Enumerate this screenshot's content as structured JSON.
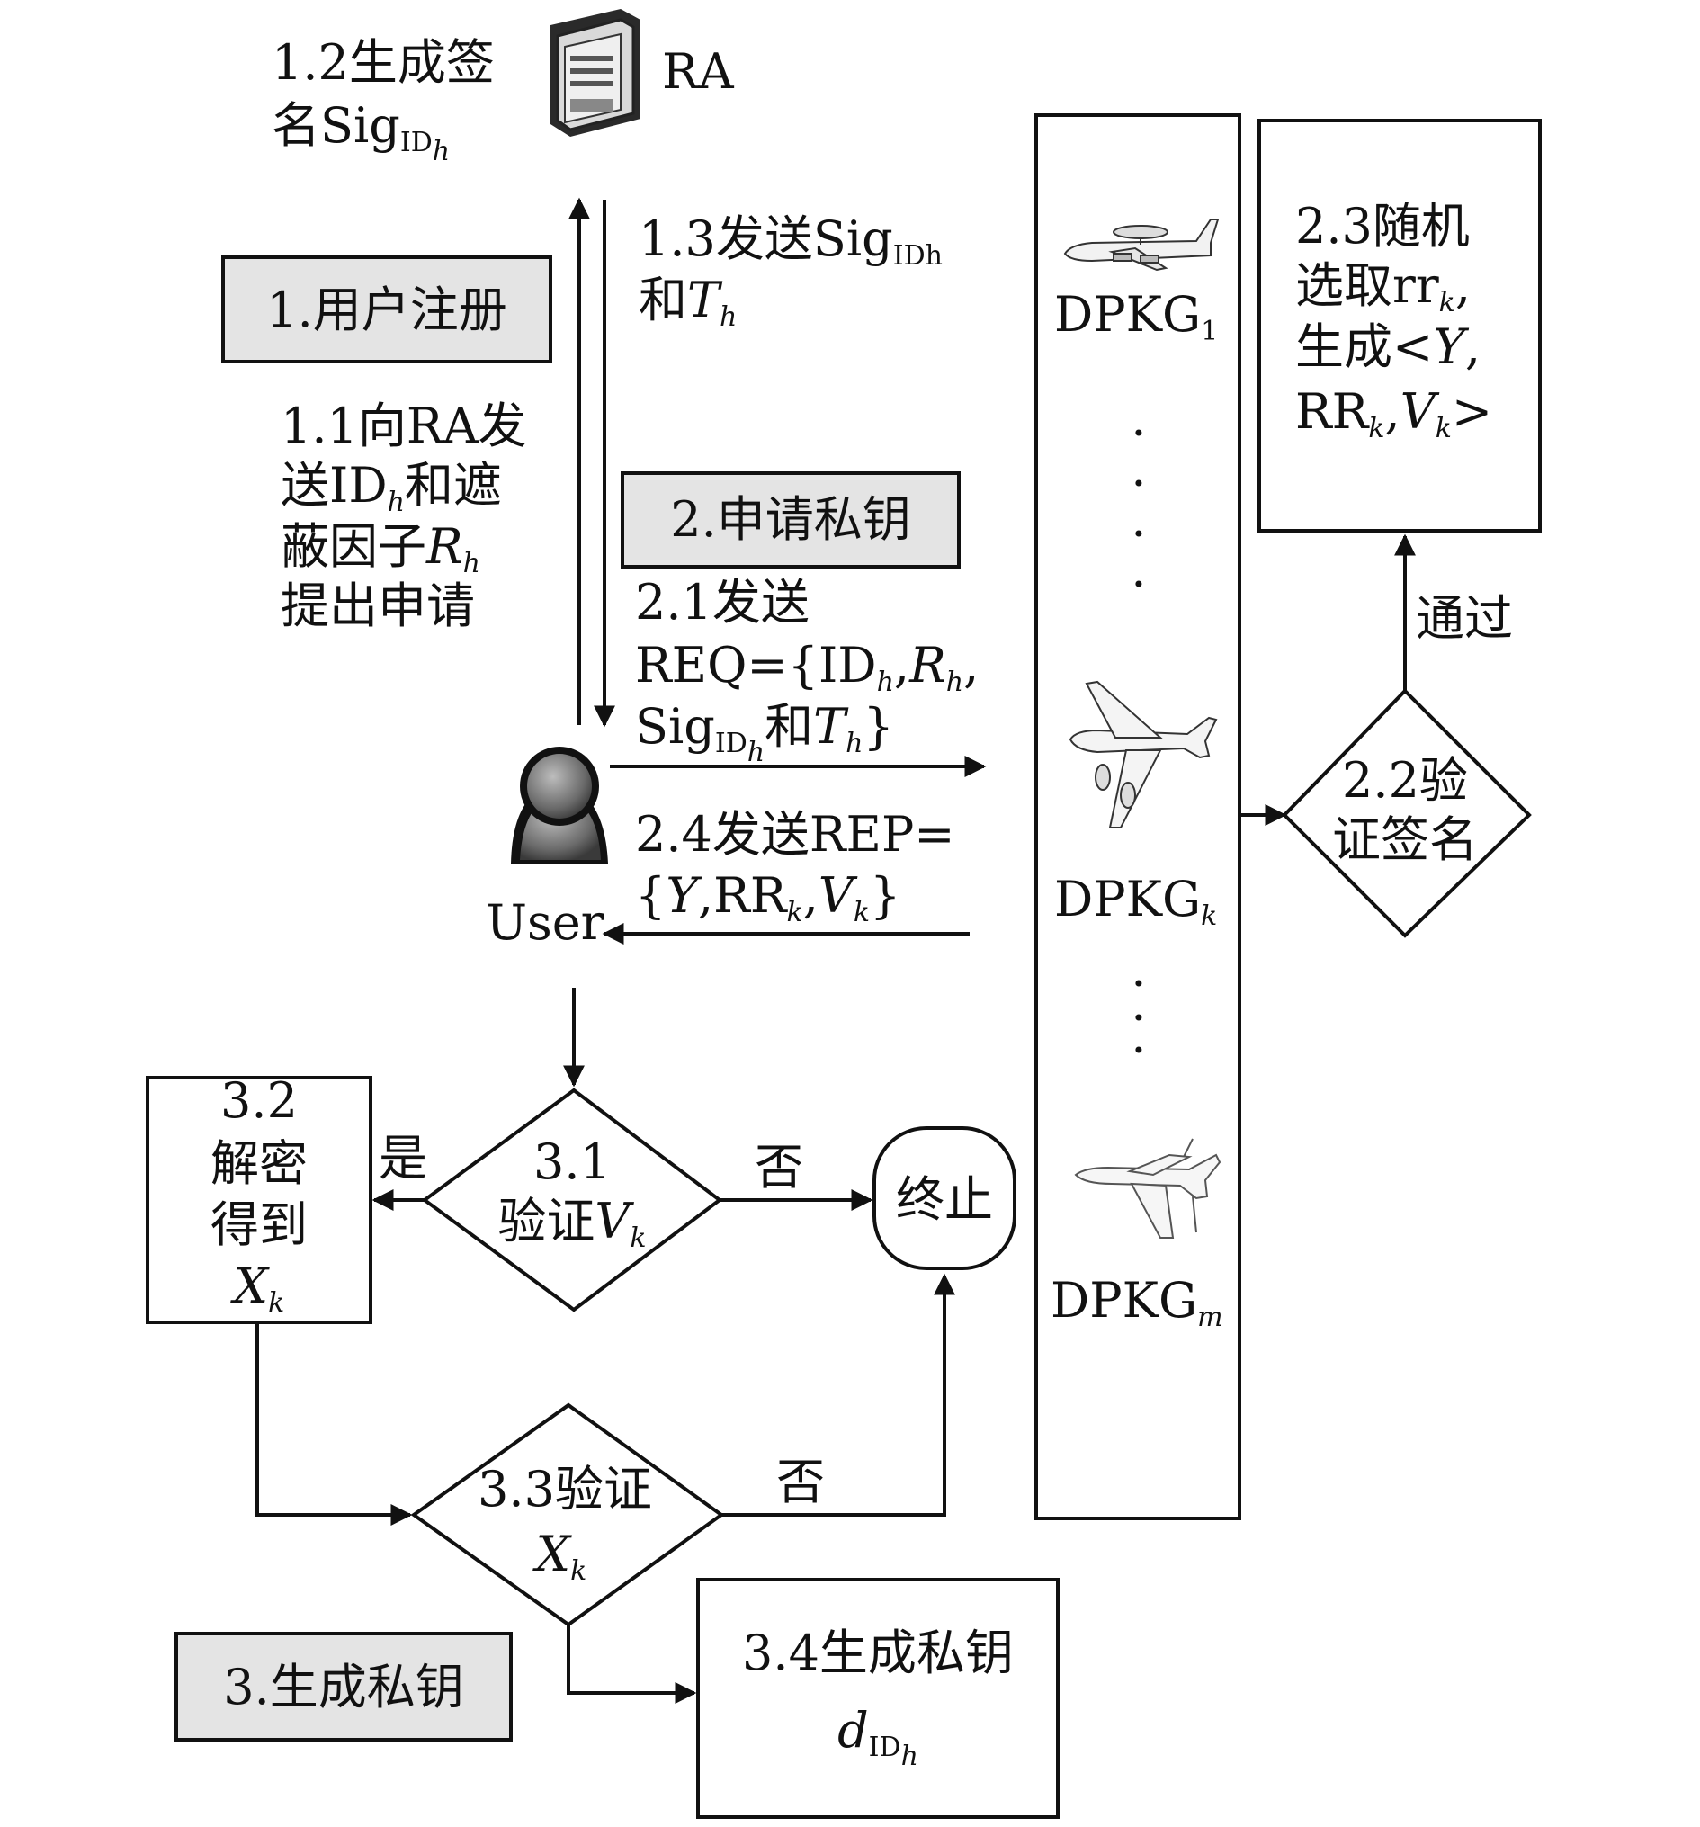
{
  "ra": {
    "label": "RA",
    "step_1_2": {
      "line1": "1.2生成签",
      "line2_prefix": "名Sig",
      "line2_sub": "ID",
      "line2_subsub": "h"
    }
  },
  "registration": {
    "title": "1.用户注册",
    "step_1_1": {
      "line1": "1.1向RA发",
      "line2_prefix": "送ID",
      "line2_sub": "h",
      "line2_suffix": "和遮",
      "line3_prefix": "蔽因子",
      "line3_var": "R",
      "line3_sub": "h",
      "line4": "提出申请"
    },
    "step_1_3": {
      "line1_prefix": "1.3发送Sig",
      "line1_sub": "IDh",
      "line2_prefix": "和",
      "line2_var": "T",
      "line2_sub": "h"
    }
  },
  "private_key_request": {
    "title": "2.申请私钥",
    "step_2_1": {
      "line1": "2.1发送",
      "line2_prefix": "REQ={ID",
      "line2_sub1": "h",
      "line2_mid": ",",
      "line2_var": "R",
      "line2_sub2": "h",
      "line2_suffix": ",",
      "line3_prefix": "Sig",
      "line3_sub": "ID",
      "line3_subsub": "h",
      "line3_mid": "和",
      "line3_var": "T",
      "line3_sub2": "h",
      "line3_suffix": "}"
    },
    "step_2_4": {
      "line1": "2.4发送REP=",
      "line2_open": "{",
      "line2_var1": "Y",
      "line2_mid1": ",RR",
      "line2_sub1": "k",
      "line2_mid2": ",",
      "line2_var2": "V",
      "line2_sub2": "k",
      "line2_close": "}"
    },
    "step_2_2": {
      "line1": "2.2验",
      "line2": "证签名"
    },
    "pass_label": "通过",
    "step_2_3": {
      "line1": "2.3随机",
      "line2_prefix": "选取rr",
      "line2_sub": "k",
      "line2_suffix": ",",
      "line3_prefix": "生成<",
      "line3_var": "Y",
      "line3_suffix": ",",
      "line4_prefix": "RR",
      "line4_sub": "k",
      "line4_mid": ",",
      "line4_var": "V",
      "line4_sub2": "k",
      "line4_suffix": ">"
    }
  },
  "user": {
    "label": "User"
  },
  "dpkg": {
    "prefix": "DPKG",
    "nodes": [
      {
        "sub": "1"
      },
      {
        "sub": "k"
      },
      {
        "sub": "m"
      }
    ],
    "ellipsis": "·"
  },
  "key_generation": {
    "title": "3.生成私钥",
    "step_3_1": {
      "line1": "3.1",
      "line2_prefix": "验证",
      "line2_var": "V",
      "line2_sub": "k"
    },
    "yes_label": "是",
    "no_label_1": "否",
    "no_label_2": "否",
    "step_3_2": {
      "line1": "3.2",
      "line2": "解密",
      "line3": "得到",
      "line4_var": "X",
      "line4_sub": "k"
    },
    "terminate": "终止",
    "step_3_3": {
      "line1": "3.3验证",
      "line2_var": "X",
      "line2_sub": "k"
    },
    "step_3_4": {
      "line1": "3.4生成私钥",
      "line2_var": "d",
      "line2_sub": "ID",
      "line2_subsub": "h"
    }
  },
  "colors": {
    "highlight_box": "#e4e4e4",
    "line": "#111111"
  }
}
